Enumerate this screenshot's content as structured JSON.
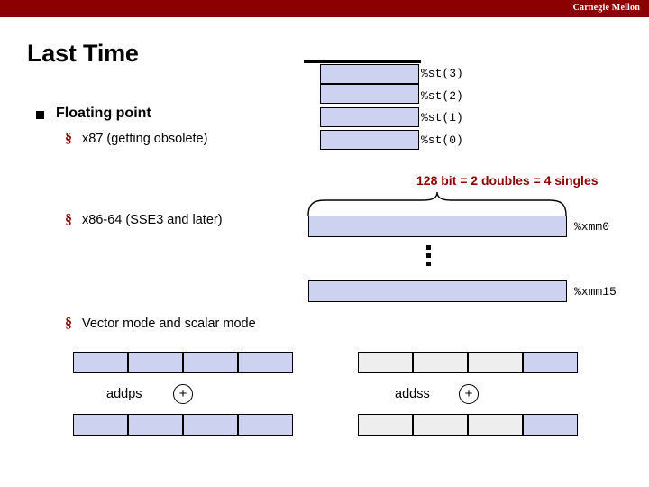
{
  "banner": {
    "institution": "Carnegie Mellon"
  },
  "title": "Last Time",
  "bullets": {
    "level1": "Floating point",
    "level2_a": "x87 (getting obsolete)",
    "level2_b": "x86-64 (SSE3 and later)",
    "level2_c": "Vector mode and scalar mode",
    "marker_l2": "§"
  },
  "x87": {
    "registers": [
      "%st(3)",
      "%st(2)",
      "%st(1)",
      "%st(0)"
    ]
  },
  "sse": {
    "caption": "128 bit = 2 doubles = 4 singles",
    "reg_first": "%xmm0",
    "reg_last": "%xmm15",
    "ellipsis": "⋮"
  },
  "ops": {
    "vector_label": "addps",
    "scalar_label": "addss",
    "plus_sign": "+"
  },
  "colors": {
    "banner": "#8b0000",
    "register_fill": "#ccd2ef",
    "register_fill_inactive": "#eeeeee",
    "accent_text": "#8b0000"
  }
}
